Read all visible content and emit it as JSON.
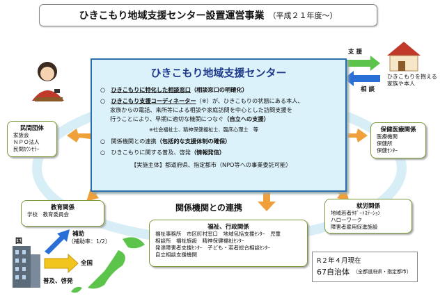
{
  "title": {
    "main": "ひきこもり地域支援センター設置運営事業",
    "sub": "（平成２１年度〜）"
  },
  "center": {
    "title": "ひきこもり地域支援センター",
    "l1a": "○　",
    "l1b": "ひきこもりに特化した相談窓口",
    "l1c": "（相談窓口の明確化）",
    "l2a": "○　",
    "l2b": "ひきこもり支援コーディネーター",
    "l2c": "（※）が、ひきこもりの状態にある本人、",
    "l3": "家族からの電話、来所等による相談や家庭訪問を中心とした訪問支援を",
    "l4a": "行うことにより、早期に適切な機関につなぐ",
    "l4b": "（自立への支援）",
    "l5": "※社会福祉士、精神保健福祉士、臨床心理士　等",
    "l6a": "○　関係機関との連携",
    "l6b": "（包括的な支援体制の確保）",
    "l7a": "○　ひきこもりに関する普及、啓発",
    "l7b": "（情報発信）",
    "l8": "【実施主体】都道府県、指定都市（NPO等への事業委託可能）"
  },
  "support": {
    "top": "支 援",
    "bottom": "相 談",
    "family": "ひきこもりを抱える家族や本人"
  },
  "minkan": {
    "title": "民間団体",
    "items": [
      "家族会",
      "ＮＰＯ法人",
      "民間ｶｳﾝｾﾗｰ"
    ]
  },
  "hoken": {
    "title": "保健医療関係",
    "items": [
      "医療機関",
      "保健所",
      "保健ｾﾝﾀｰ"
    ]
  },
  "kyoiku": {
    "title": "教育関係",
    "items": [
      "学校　教育委員会"
    ]
  },
  "fukushi": {
    "title": "福祉、行政関係",
    "items": [
      "福祉事務所　市区町村窓口　地域包括支援ｾﾝﾀｰ　児童",
      "相談所　福祉施設　精神保健福祉ｾﾝﾀｰ",
      "発達障害者支援ｾﾝﾀｰ　子ども・若者総合相談ｾﾝﾀｰ",
      "自立相談支援機関"
    ]
  },
  "shuro": {
    "title": "就労関係",
    "items": [
      "地域若者ｻﾎﾟｰﾄｽﾃｰｼｮﾝ",
      "ハローワーク",
      "障害者雇用促進施設"
    ]
  },
  "renkei": "関係機関との連携",
  "kuni": {
    "label": "国",
    "hojo": "補助",
    "rate": "（補助率：1/2）",
    "zenkoku": "全国",
    "fukyu": "普及、啓発"
  },
  "status": {
    "line1": "R２年４月現在",
    "line2": "67自治体",
    "line2_note": "（全都道府県・指定都市）"
  },
  "colors": {
    "arrow": "#f0a03a",
    "center_bg": "#dcf2fb",
    "center_border": "#2b6fb0",
    "green": "#5cc44b",
    "blue": "#2a6fd6"
  }
}
